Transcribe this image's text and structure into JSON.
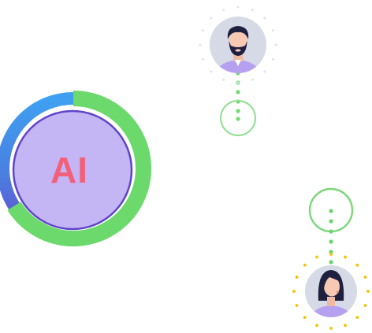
{
  "ai_badge": {
    "label": "AI",
    "ring_progress": 0.66
  },
  "avatars": [
    {
      "icon": "man-avatar-icon",
      "state": "idle"
    },
    {
      "icon": "woman-avatar-icon",
      "state": "highlighted"
    }
  ],
  "colors": {
    "background": "#ffffff",
    "ring_green": "#6bd96b",
    "ring_blue": "#3e9cf0",
    "ring_purple": "#6a4bd0",
    "ai_fill": "#c4b5f4",
    "ai_text": "#f2607a",
    "avatar_bg": "#d6d9e6",
    "shirt": "#b6a0f0",
    "hair": "#1f2040",
    "skin": "#f7c9b3",
    "dot_green": "#74d874",
    "sunburst_grey": "#e0e2ea",
    "sunburst_yellow": "#f5c400"
  }
}
